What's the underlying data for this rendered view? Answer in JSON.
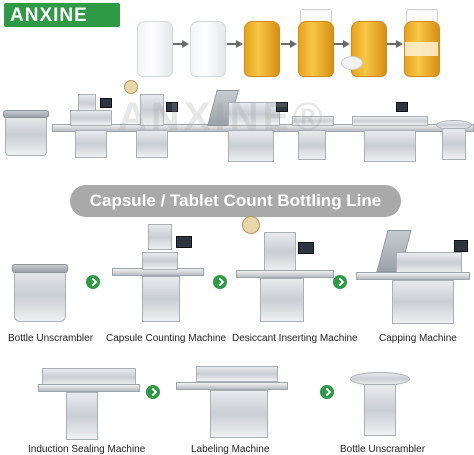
{
  "brand": {
    "logo_text": "ANXINE",
    "color": "#2f9a45",
    "watermark": "ANXINE®"
  },
  "banner": {
    "title": "Capsule / Tablet Count Bottling Line",
    "color": "#a9a9a9"
  },
  "machines": [
    {
      "label": "Bottle Unscrambler"
    },
    {
      "label": "Capsule Counting Machine"
    },
    {
      "label": "Desiccant Inserting Machine"
    },
    {
      "label": "Capping Machine"
    },
    {
      "label": "Induction Sealing Machine"
    },
    {
      "label": "Labeling Machine"
    },
    {
      "label": "Bottle Unscrambler"
    }
  ],
  "icons": {
    "step_arrow": "chevron-right-icon"
  }
}
